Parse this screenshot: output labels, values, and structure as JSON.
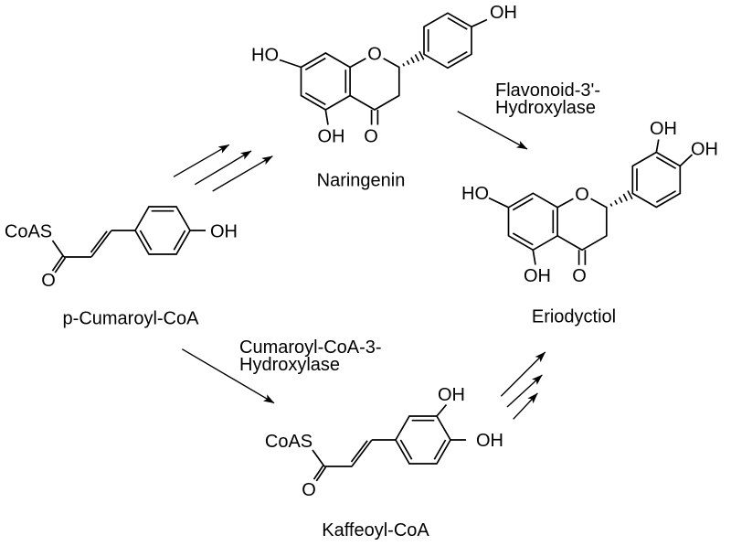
{
  "molecules": {
    "naringenin": {
      "name": "Naringenin",
      "atom_labels": {
        "ho7": "HO",
        "o1": "O",
        "oh5": "OH",
        "o4": "O",
        "oh4": "OH"
      }
    },
    "eriodyctiol": {
      "name": "Eriodyctiol",
      "atom_labels": {
        "ho7": "HO",
        "o1": "O",
        "oh5": "OH",
        "o4": "O",
        "oh3": "OH",
        "oh4": "OH"
      }
    },
    "p_cumaroyl_coa": {
      "name": "p-Cumaroyl-CoA",
      "atom_labels": {
        "coas": "CoAS",
        "o": "O",
        "oh4": "OH"
      }
    },
    "kaffeoyl_coa": {
      "name": "Kaffeoyl-CoA",
      "atom_labels": {
        "coas": "CoAS",
        "o": "O",
        "oh3": "OH",
        "oh4": "OH"
      }
    }
  },
  "enzymes": {
    "flavonoid_3_hydroxylase": {
      "line1": "Flavonoid-3'-",
      "line2": "Hydroxylase"
    },
    "cumaroyl_coa_3_hydroxylase": {
      "line1": "Cumaroyl-CoA-3-",
      "line2": "Hydroxylase"
    }
  },
  "colors": {
    "ink": "#000000",
    "background": "#ffffff"
  }
}
